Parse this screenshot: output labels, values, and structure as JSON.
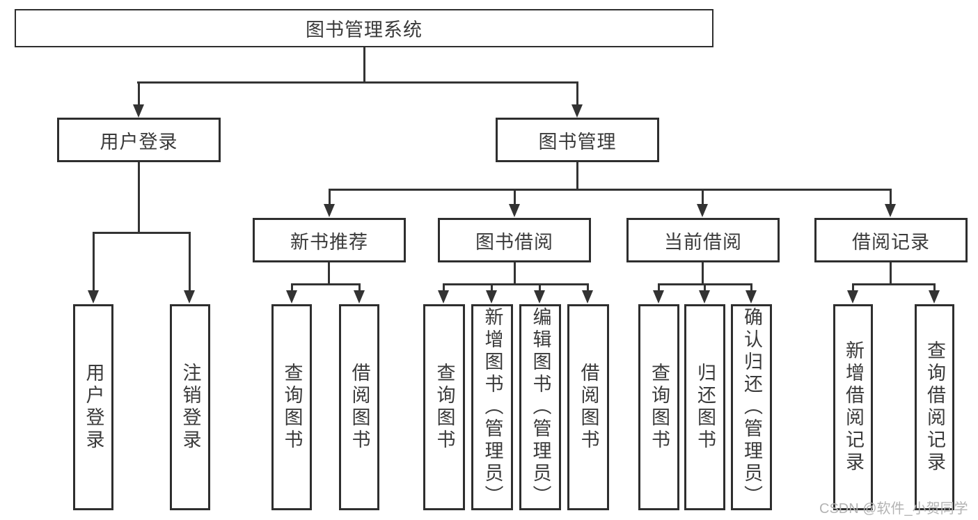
{
  "diagram": {
    "root": {
      "label": "图书管理系统"
    },
    "branches": {
      "user_login": {
        "label": "用户登录",
        "children": [
          {
            "label": "用户登录"
          },
          {
            "label": "注销登录"
          }
        ]
      },
      "book_management": {
        "label": "图书管理",
        "children": [
          {
            "label": "新书推荐",
            "children": [
              {
                "label": "查询图书"
              },
              {
                "label": "借阅图书"
              }
            ]
          },
          {
            "label": "图书借阅",
            "children": [
              {
                "label": "查询图书"
              },
              {
                "label": "新增图书（管理员）"
              },
              {
                "label": "编辑图书（管理员）"
              },
              {
                "label": "借阅图书"
              }
            ]
          },
          {
            "label": "当前借阅",
            "children": [
              {
                "label": "查询图书"
              },
              {
                "label": "归还图书"
              },
              {
                "label": "确认归还（管理员）"
              }
            ]
          },
          {
            "label": "借阅记录",
            "children": [
              {
                "label": "新增借阅记录"
              },
              {
                "label": "查询借阅记录"
              }
            ]
          }
        ]
      }
    },
    "watermark": "CSDN @软件_小贺同学",
    "colors": {
      "line": "#333333",
      "box_border": "#2e2e2e",
      "text": "#3a3a3a",
      "watermark": "#b3b3b3",
      "background": "#ffffff"
    }
  }
}
